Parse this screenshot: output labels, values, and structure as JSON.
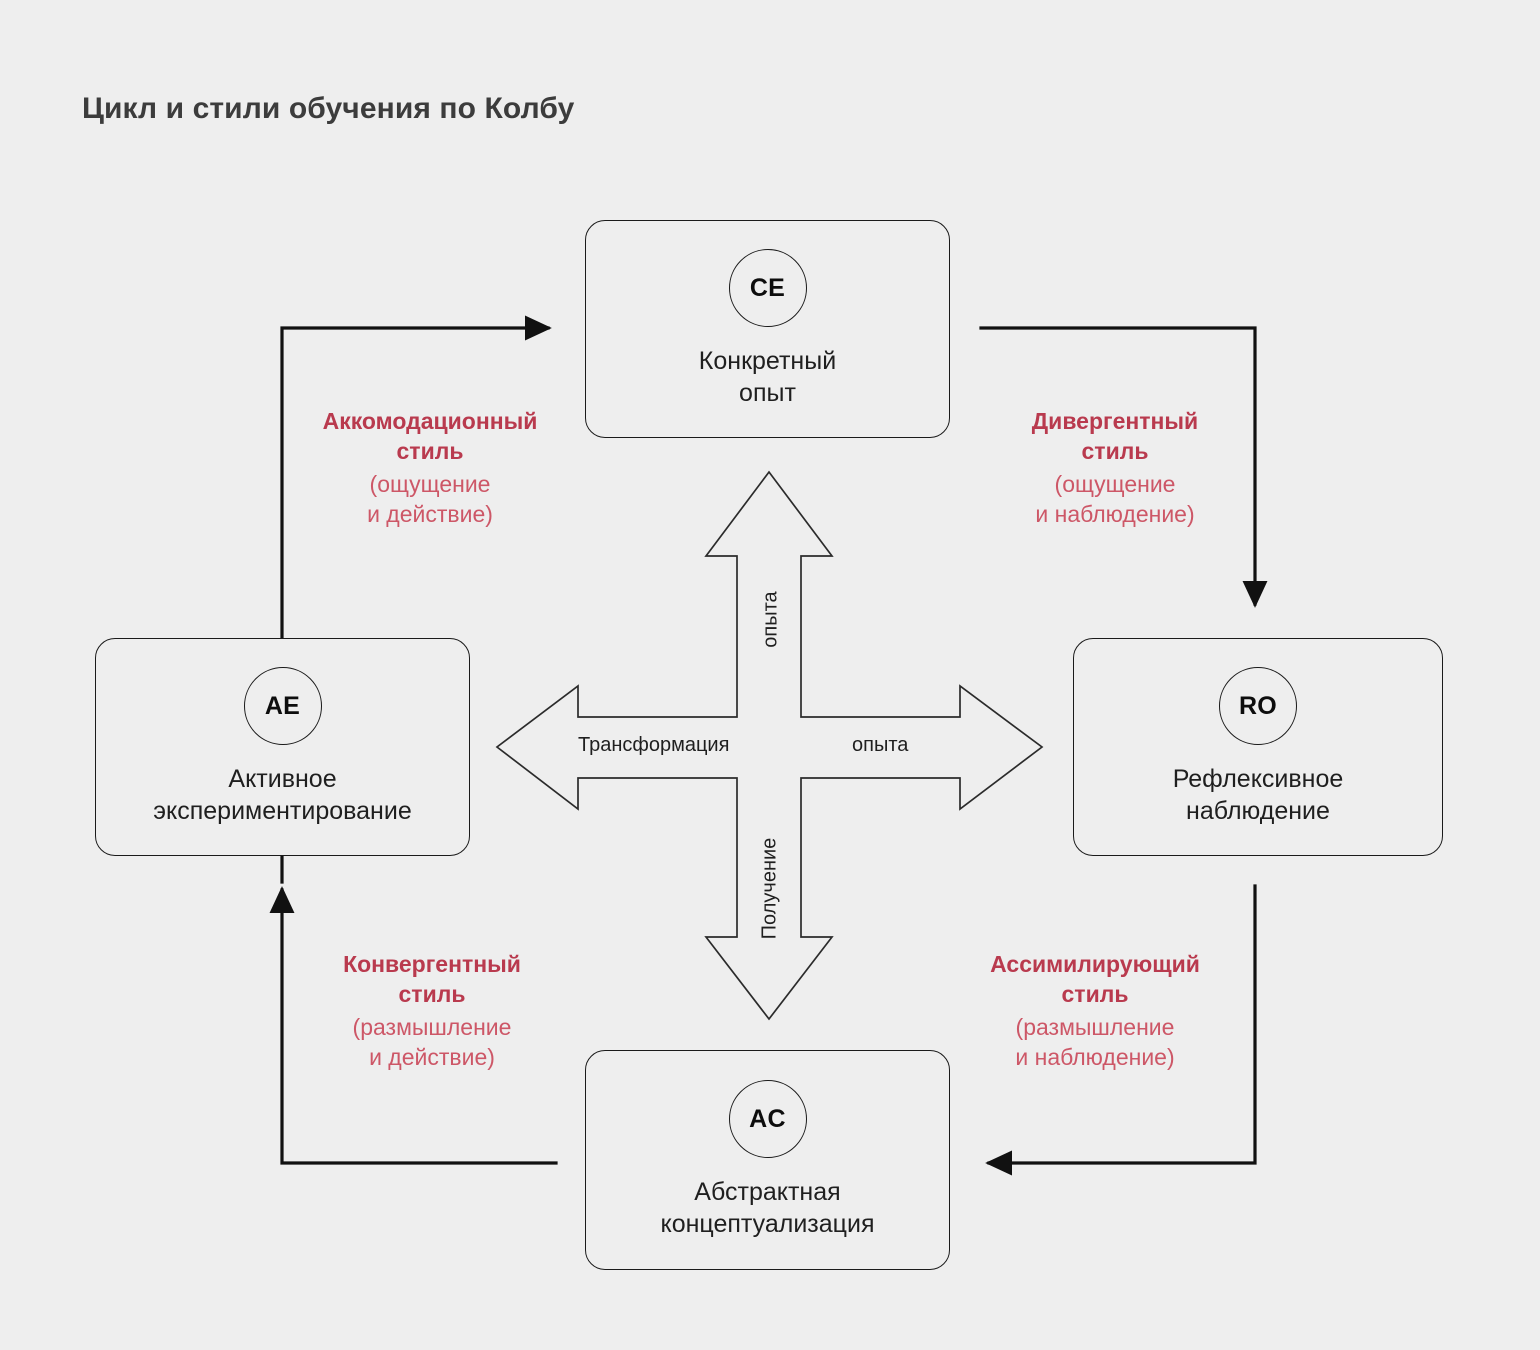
{
  "page": {
    "title": "Цикл и стили обучения по Колбу",
    "background_color": "#eeeeee",
    "accent_color": "#b93a4e",
    "accent_light_color": "#cd5767",
    "line_color": "#1a1a1a"
  },
  "nodes": {
    "top": {
      "code": "CE",
      "label": "Конкретный\nопыт"
    },
    "left": {
      "code": "AE",
      "label": "Активное\nэкспериментирование"
    },
    "right": {
      "code": "RO",
      "label": "Рефлексивное\nнаблюдение"
    },
    "bottom": {
      "code": "AC",
      "label": "Абстрактная\nконцептуализация"
    }
  },
  "styles": {
    "top_left": {
      "title": "Аккомодационный\nстиль",
      "sub": "(ощущение\nи действие)"
    },
    "top_right": {
      "title": "Дивергентный\nстиль",
      "sub": "(ощущение\nи наблюдение)"
    },
    "bottom_left": {
      "title": "Конвергентный\nстиль",
      "sub": "(размышление\nи действие)"
    },
    "bottom_right": {
      "title": "Ассимилирующий\nстиль",
      "sub": "(размышление\nи наблюдение)"
    }
  },
  "axes": {
    "up": "опыта",
    "down": "Получение",
    "left": "Трансформация",
    "right": "опыта"
  }
}
